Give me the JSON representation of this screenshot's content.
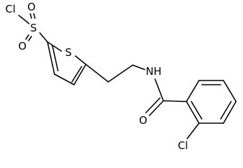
{
  "atoms": {
    "cl_sulfonyl": "Cl",
    "s_sulfonyl": "S",
    "o_upper": "O",
    "o_lower": "O",
    "s_ring": "S",
    "n_amide": "NH",
    "o_carbonyl": "O",
    "cl_aryl": "Cl"
  },
  "colors": {
    "bond": "#000000",
    "label": "#000000",
    "background": "#ffffff"
  }
}
